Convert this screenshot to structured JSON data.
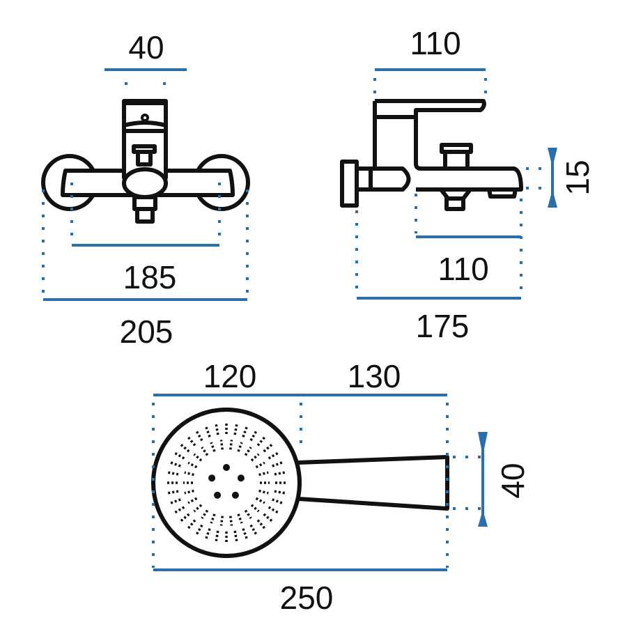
{
  "diagram": {
    "colors": {
      "dimension": "#2a6faa",
      "outline": "#111111"
    },
    "front_view": {
      "top_width": "40",
      "inner_width": "185",
      "outer_width": "205"
    },
    "side_view": {
      "handle_length": "110",
      "spout_height": "15",
      "spout_length": "110",
      "total_depth": "175"
    },
    "shower_head": {
      "head_diameter": "120",
      "handle_length": "130",
      "handle_width": "40",
      "total_length": "250"
    }
  }
}
